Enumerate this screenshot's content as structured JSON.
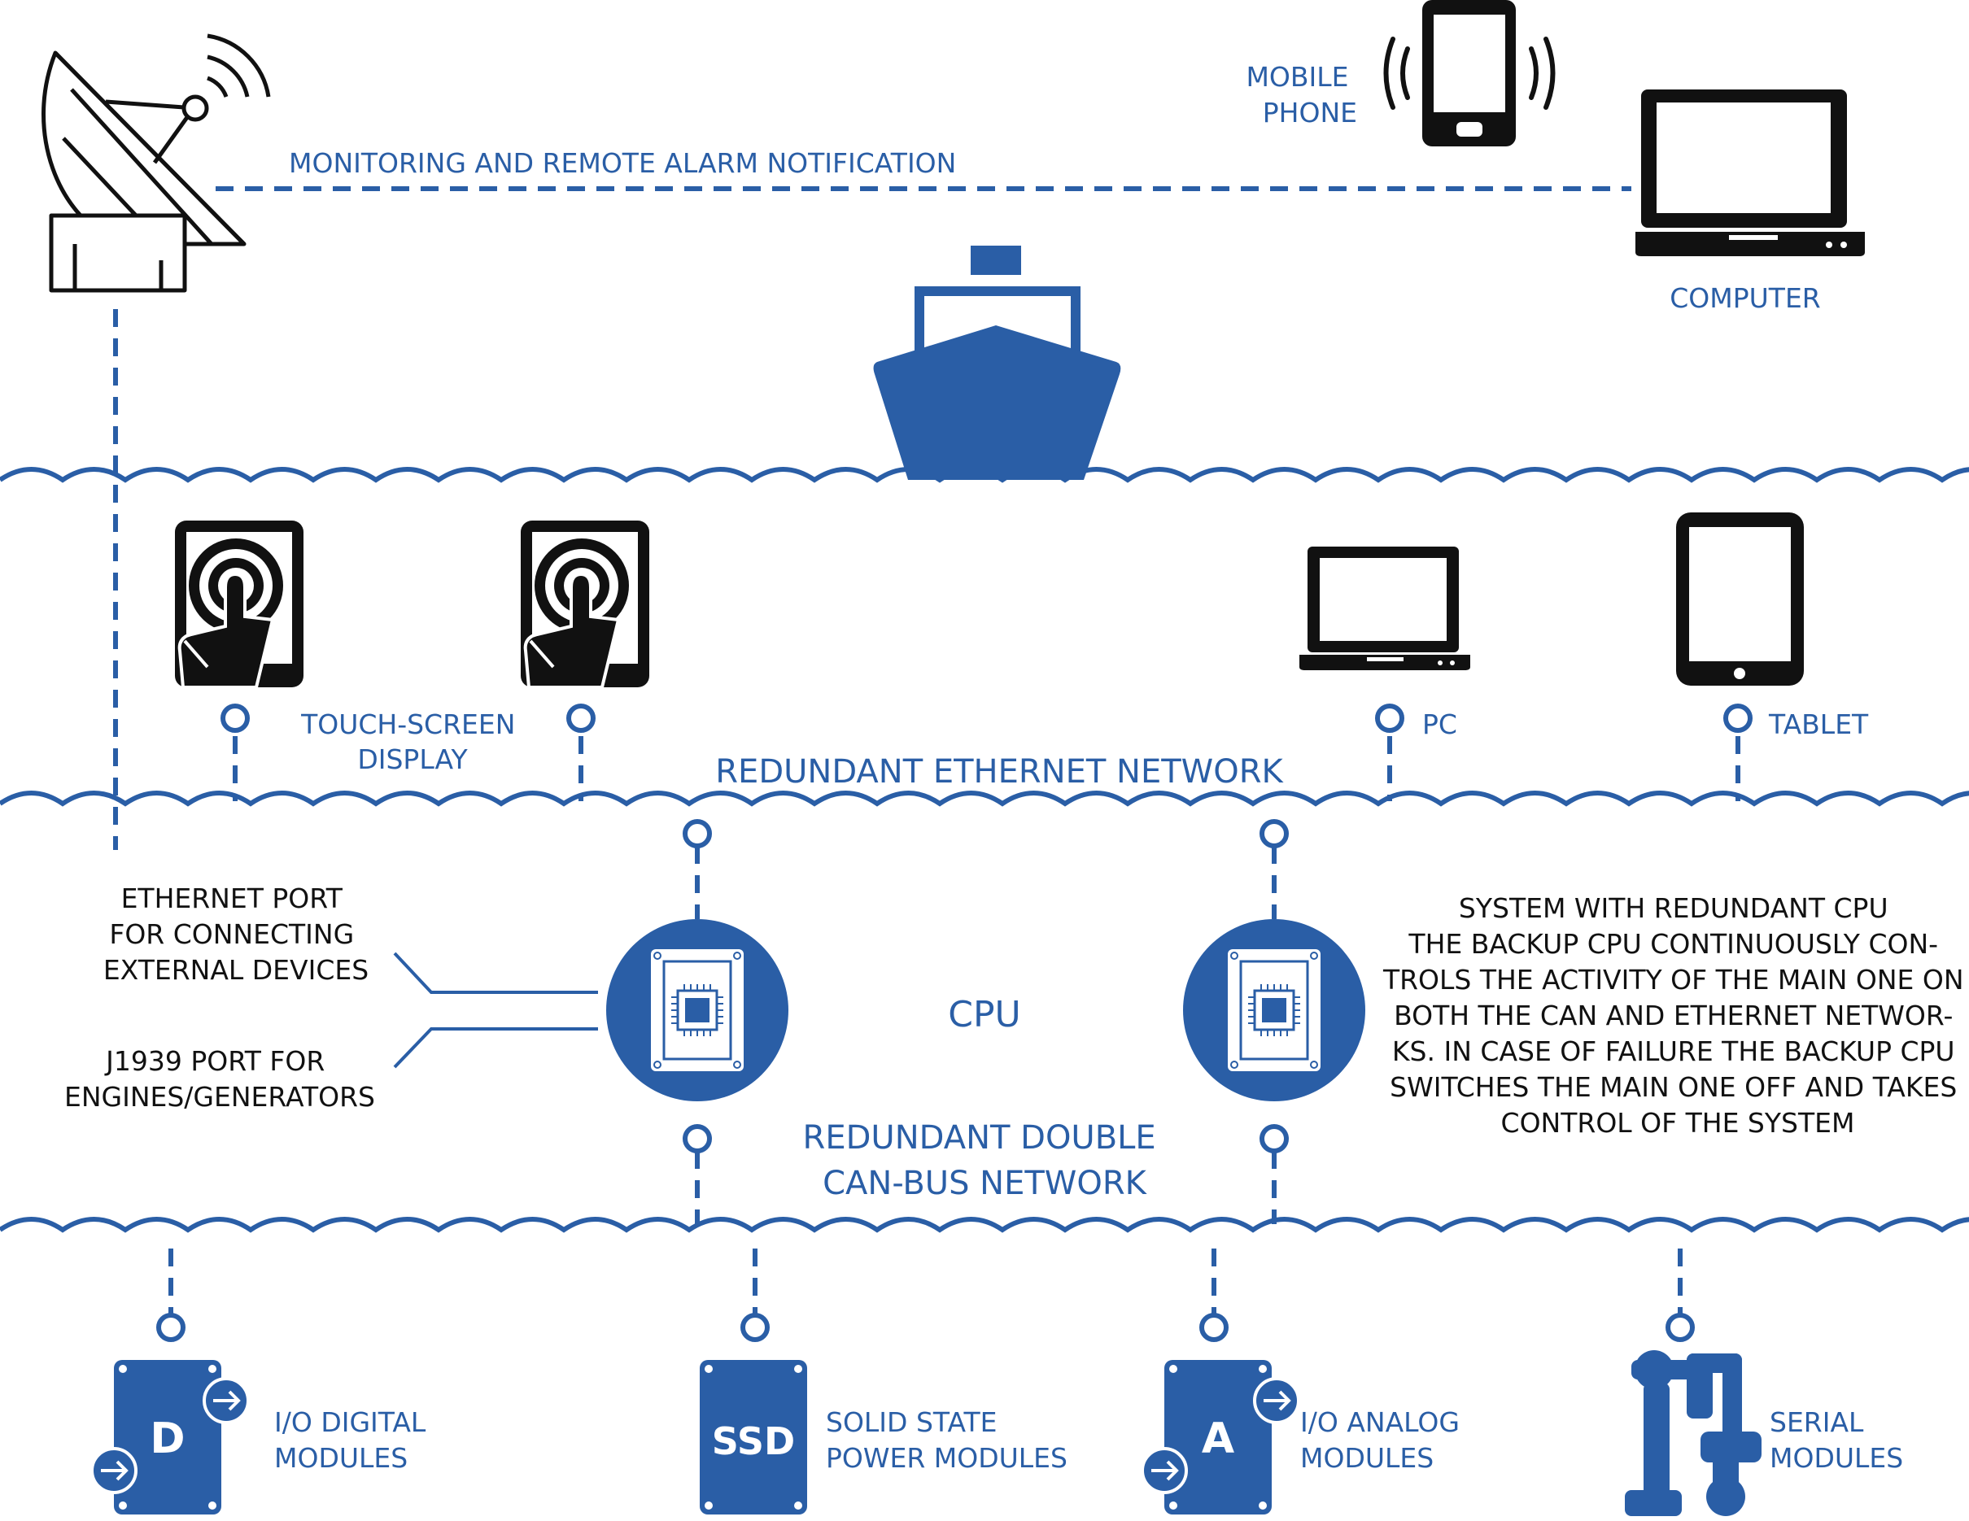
{
  "colors": {
    "blue": "#2a5ea6",
    "black": "#111111",
    "white": "#ffffff"
  },
  "labels": {
    "monitoring": "MONITORING AND REMOTE ALARM NOTIFICATION",
    "mobile_phone": [
      "MOBILE",
      "PHONE"
    ],
    "computer": "COMPUTER",
    "touch_screen": [
      "TOUCH-SCREEN",
      "DISPLAY"
    ],
    "pc": "PC",
    "tablet": "TABLET",
    "ethernet_network": "REDUNDANT ETHERNET NETWORK",
    "ethernet_port": [
      "ETHERNET PORT",
      "FOR CONNECTING",
      "EXTERNAL DEVICES"
    ],
    "j1939_port": [
      "J1939 PORT FOR",
      "ENGINES/GENERATORS"
    ],
    "cpu": "CPU",
    "redundant_cpu": [
      "SYSTEM WITH REDUNDANT CPU",
      "THE BACKUP CPU CONTINUOUSLY CON-",
      "TROLS THE ACTIVITY OF THE MAIN ONE ON",
      "BOTH THE CAN AND ETHERNET NETWOR-",
      "KS. IN CASE OF FAILURE THE BACKUP CPU",
      "SWITCHES THE MAIN ONE OFF AND TAKES",
      "CONTROL OF THE SYSTEM"
    ],
    "can_network": [
      "REDUNDANT DOUBLE",
      "CAN-BUS NETWORK"
    ],
    "io_digital": [
      "I/O DIGITAL",
      "MODULES"
    ],
    "solid_state": [
      "SOLID STATE",
      "POWER MODULES"
    ],
    "io_analog": [
      "I/O ANALOG",
      "MODULES"
    ],
    "serial": [
      "SERIAL",
      "MODULES"
    ]
  },
  "module_letters": {
    "digital": "D",
    "ssd": "SSD",
    "analog": "A"
  },
  "icons": {
    "satellite": "satellite-dish-icon",
    "phone": "mobile-phone-icon",
    "computer": "laptop-icon",
    "ship": "ship-icon",
    "touch": "touch-screen-icon",
    "pc": "laptop-icon",
    "tablet": "tablet-icon",
    "cpu": "cpu-chip-icon",
    "digital": "digital-module-icon",
    "ssd": "ssd-module-icon",
    "analog": "analog-module-icon",
    "serial": "serial-module-icon"
  }
}
